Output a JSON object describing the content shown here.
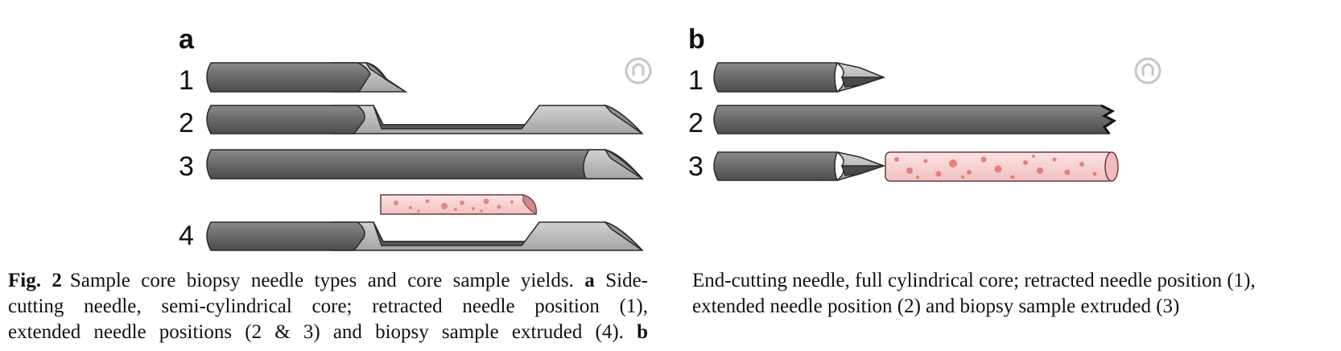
{
  "panel_a": {
    "label": "a",
    "row_numbers": [
      "1",
      "2",
      "3",
      "4"
    ]
  },
  "panel_b": {
    "label": "b",
    "row_numbers": [
      "1",
      "2",
      "3"
    ]
  },
  "watermark_icon": "open-access-icon",
  "colors": {
    "needle_dark": "#6a6a6a",
    "needle_light": "#b9b9b9",
    "sample_pink": "#f5c6c6",
    "sample_red": "#e06c6c"
  },
  "caption": {
    "fig_label": "Fig. 2",
    "left_line1_text": "Sample core biopsy needle types and core sample yields.",
    "left_line1_bold": "a",
    "left_line1_tail": "Side-",
    "left_line2": "cutting needle, semi-cylindrical core; retracted needle position (1),",
    "left_line3_text": "extended needle positions (2 & 3) and biopsy sample extruded (4).",
    "left_line3_bold": "b",
    "right_line1": "End-cutting needle, full cylindrical core; retracted needle position (1),",
    "right_line2": "extended needle position (2) and biopsy sample extruded (3)"
  }
}
